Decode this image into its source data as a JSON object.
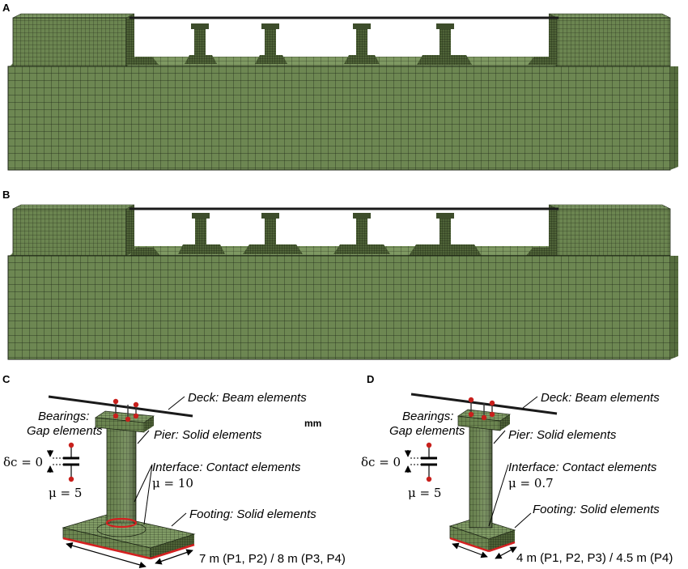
{
  "panels": {
    "a": {
      "label": "A"
    },
    "b": {
      "label": "B"
    },
    "c": {
      "label": "C",
      "deck": "Deck: Beam elements",
      "bearings_1": "Bearings:",
      "bearings_2": "Gap elements",
      "pier": "Pier: Solid elements",
      "interface": "Interface: Contact elements",
      "mu_interface": "μ = 10",
      "gap": "δc = 0",
      "mu_bearing": "μ = 5",
      "footing": "Footing: Solid elements",
      "footing_size": "7 m (P1, P2) / 8 m (P3, P4)",
      "unit": "mm"
    },
    "d": {
      "label": "D",
      "deck": "Deck: Beam elements",
      "bearings_1": "Bearings:",
      "bearings_2": "Gap elements",
      "pier": "Pier: Solid elements",
      "interface": "Interface: Contact elements",
      "mu_interface": "μ = 0.7",
      "gap": "δc = 0",
      "mu_bearing": "μ = 5",
      "footing": "Footing: Solid elements",
      "footing_size": "4 m (P1, P2, P3) / 4.5 m (P4)"
    }
  },
  "colors": {
    "mesh_fill": "#6b8550",
    "mesh_light": "#7f9a63",
    "mesh_dark": "#4f6638",
    "mesh_line": "#1c2414",
    "contact": "#d42020",
    "bearing": "#c8201c"
  }
}
